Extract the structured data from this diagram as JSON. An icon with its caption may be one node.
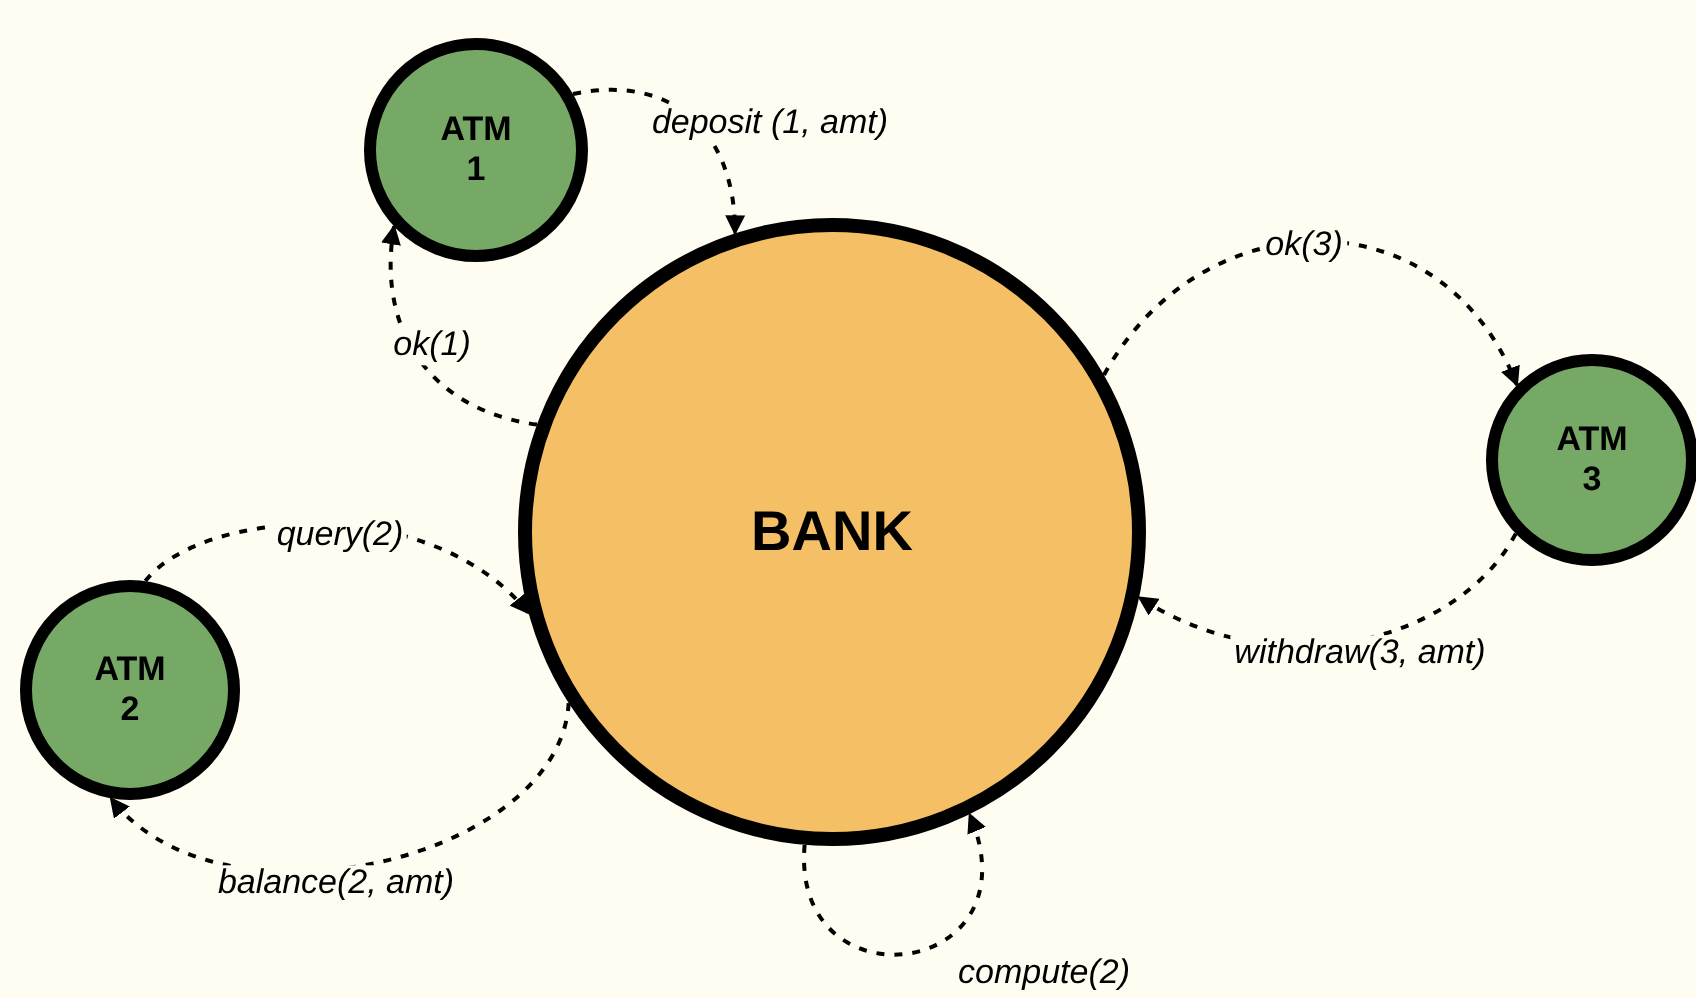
{
  "diagram": {
    "nodes": [
      {
        "text": [
          "ATM 1"
        ]
      },
      {
        "text": [
          "BANK"
        ]
      },
      {
        "text": [
          "ATM 3"
        ]
      },
      {
        "text": [
          "ATM 2"
        ]
      }
    ],
    "edges": [
      {
        "from": 0,
        "to": 1,
        "label": "deposit (1, amt)",
        "arrow": "to",
        "style": "dashed"
      },
      {
        "from": 1,
        "to": 0,
        "label": "ok(1)",
        "arrow": "to",
        "style": "dashed"
      },
      {
        "from": 1,
        "to": 2,
        "label": "ok(3)",
        "arrow": "to",
        "style": "dashed"
      },
      {
        "from": 2,
        "to": 1,
        "label": "withdraw(3, amt)",
        "arrow": "to",
        "style": "dashed"
      },
      {
        "from": 3,
        "to": 1,
        "label": "query(2)",
        "arrow": "to",
        "style": "dashed"
      },
      {
        "from": 1,
        "to": 3,
        "label": "balance(2, amt)",
        "arrow": "to",
        "style": "dashed"
      },
      {
        "from": 1,
        "to": 1,
        "label": "compute(2)",
        "arrow": "to",
        "style": "dashed"
      }
    ]
  }
}
